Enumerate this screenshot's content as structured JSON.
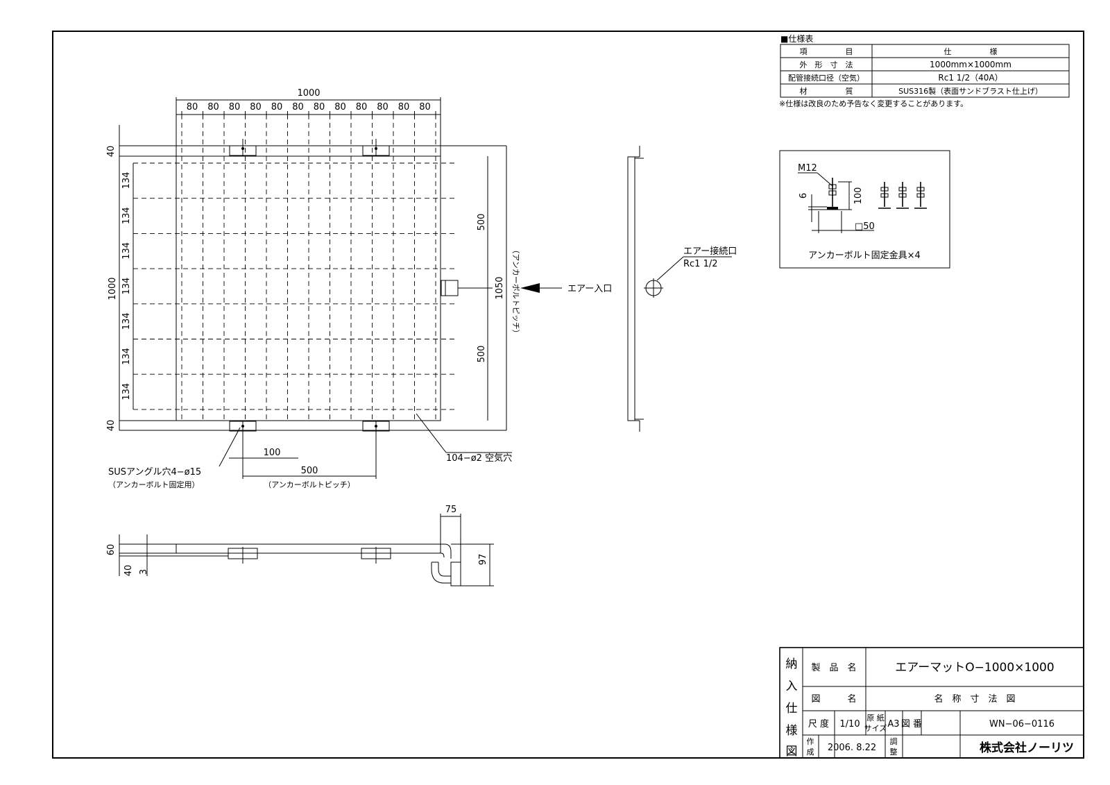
{
  "spec_table": {
    "heading": "■仕様表",
    "col_item": "項　　　　　目",
    "col_spec": "仕　　　　　様",
    "rows": [
      {
        "item": "外　形　寸　法",
        "spec": "1000mm×1000mm"
      },
      {
        "item": "配管接続口径（空気）",
        "spec": "Rc1 1/2（40A）"
      },
      {
        "item": "材　　　　　質",
        "spec": "SUS316製（表面サンドブラスト仕上げ）"
      }
    ],
    "note": "※仕様は改良のため予告なく変更することがあります。"
  },
  "anchor_detail": {
    "bolt_label": "M12",
    "dim_6": "6",
    "dim_100": "100",
    "dim_50": "□50",
    "caption": "アンカーボルト固定金具×4"
  },
  "plan": {
    "overall_width": "1000",
    "pitch_80": "80",
    "dim_40": "40",
    "pitch_134": "134",
    "overall_height": "1000",
    "half_500": "500",
    "anchor_1050": "1050",
    "anchor_pitch_note": "（アンカーボルトピッチ）",
    "air_inlet": "エアー入口",
    "dim_100": "100",
    "anchor_hole": "SUSアングル穴4−ø15",
    "anchor_hole_note": "（アンカーボルト固定用）",
    "pitch_500": "500",
    "pitch_500_note": "（アンカーボルトピッチ）",
    "air_holes": "104−ø2 空気穴"
  },
  "side_view": {
    "connection_label": "エアー接続口",
    "connection_size": "Rc1 1/2"
  },
  "front_view": {
    "dim_75": "75",
    "dim_60": "60",
    "dim_40": "40",
    "dim_3": "3",
    "dim_97": "97"
  },
  "title_block": {
    "vertical_label": [
      "納",
      "入",
      "仕",
      "様",
      "図"
    ],
    "product_name_label": "製　品　名",
    "product_name": "エアーマットO−1000×1000",
    "drawing_name_label": "図　　　名",
    "drawing_name": "名　称　寸　法　図",
    "scale_label": "尺 度",
    "scale": "1/10",
    "paper_label_1": "原 紙",
    "paper_label_2": "サイズ",
    "paper": "A3",
    "drawing_no_label": "図 番",
    "drawing_no": "WN−06−0116",
    "created_label_1": "作",
    "created_label_2": "成",
    "created_date": "2006. 8.22",
    "adjust_label_1": "調",
    "adjust_label_2": "整",
    "company": "株式会社ノーリツ"
  }
}
